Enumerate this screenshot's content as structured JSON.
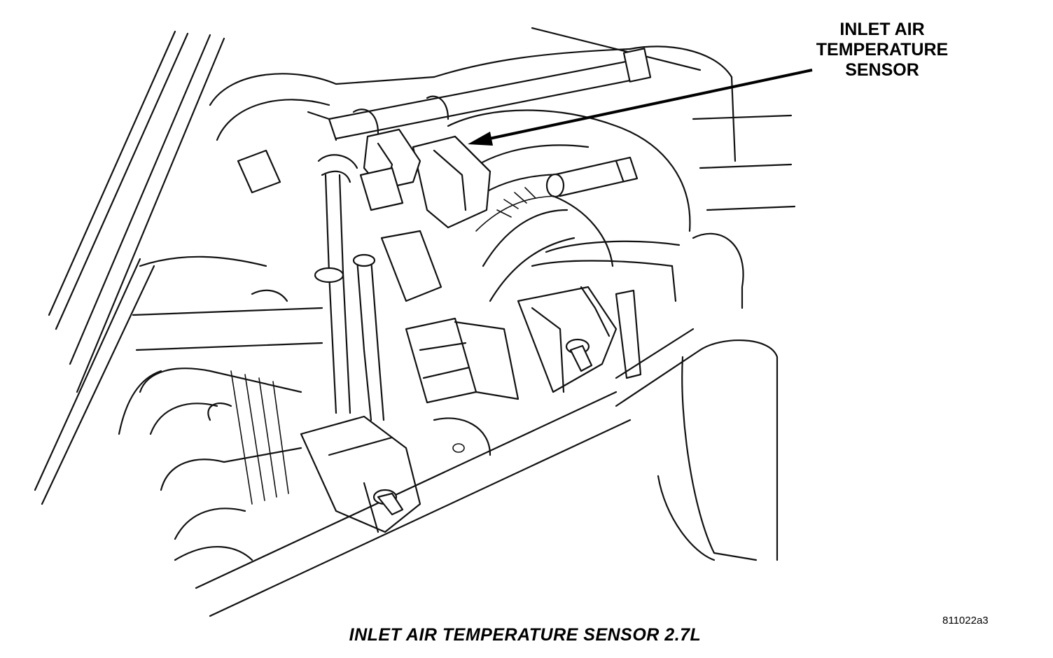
{
  "callout": {
    "lines": [
      "INLET AIR",
      "TEMPERATURE",
      "SENSOR"
    ]
  },
  "caption": "INLET AIR TEMPERATURE SENSOR 2.7L",
  "figure_id": "811022a3"
}
